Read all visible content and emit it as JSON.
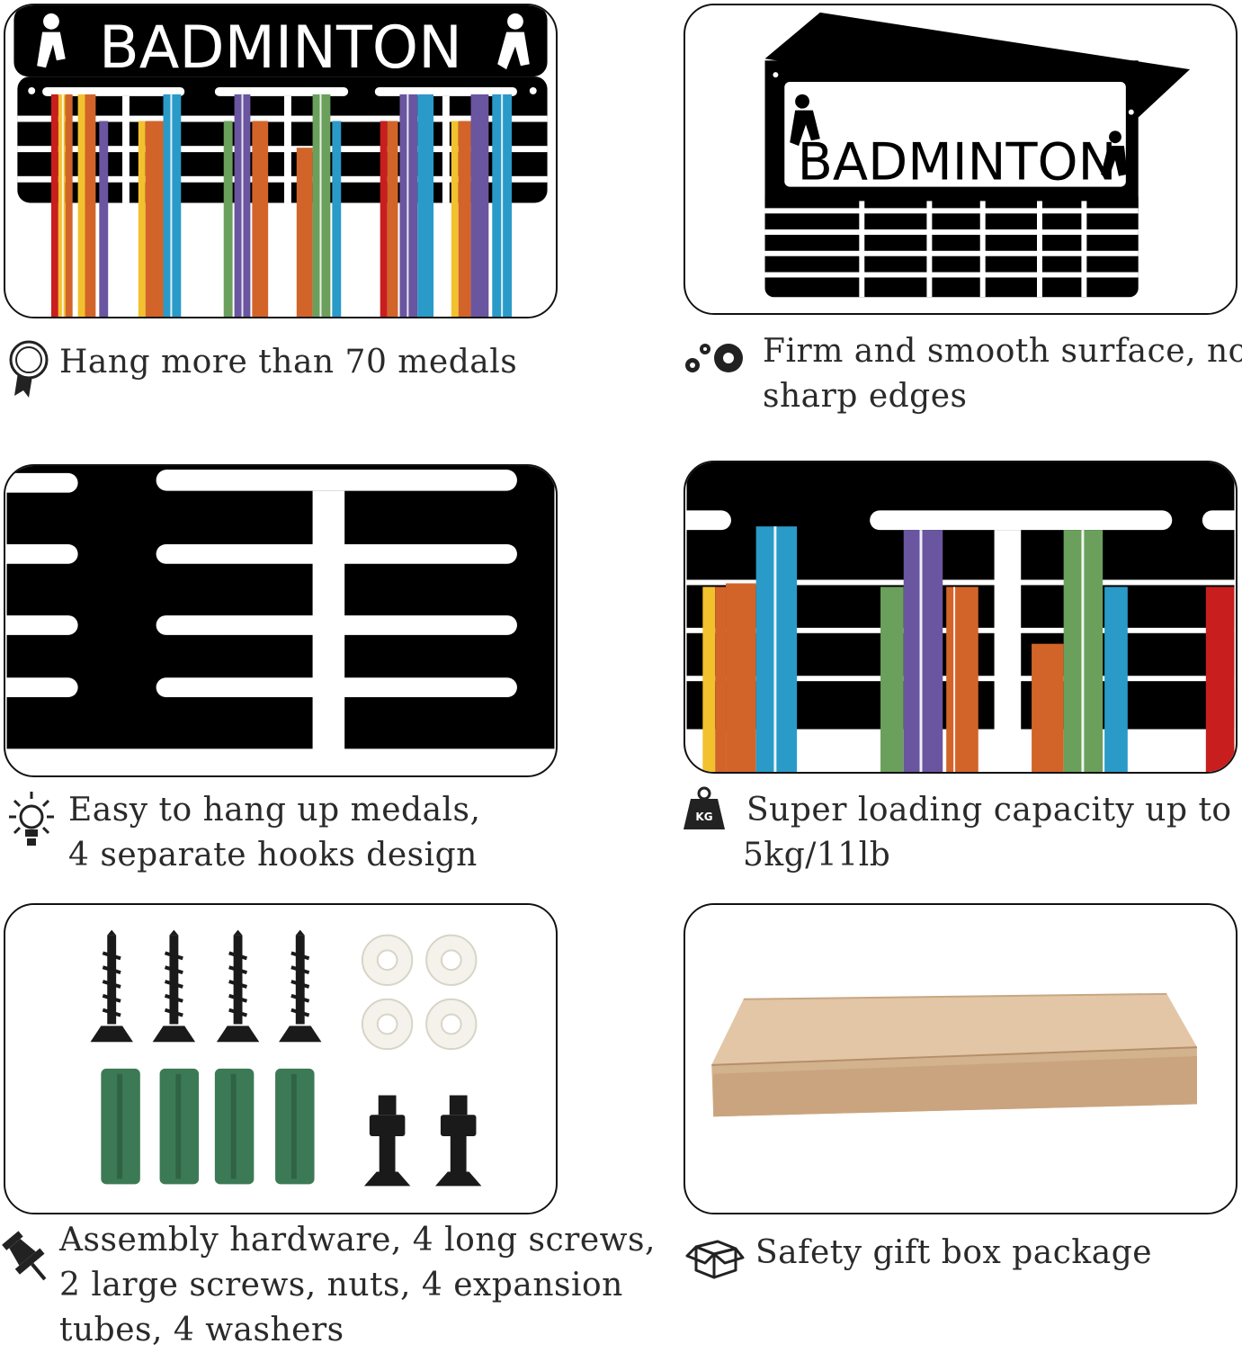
{
  "panels": {
    "p1": {
      "sign_text": "BADMINTON"
    },
    "p2": {
      "sign_text": "BADMINTON"
    }
  },
  "features": [
    {
      "icon": "award-ribbon-icon",
      "lines": [
        "Hang more than 70  medals"
      ]
    },
    {
      "icon": "gears-icon",
      "lines": [
        "Firm and smooth surface, no",
        "sharp edges"
      ]
    },
    {
      "icon": "lightbulb-icon",
      "lines": [
        "Easy to hang up medals,",
        "4  separate hooks design"
      ]
    },
    {
      "icon": "kg-weight-icon",
      "icon_label": "KG",
      "lines": [
        "Super loading capacity  up to",
        "5kg/11lb"
      ]
    },
    {
      "icon": "pushpin-icon",
      "lines": [
        "Assembly  hardware, 4  long  screws,",
        "2  large  screws, nuts, 4  expansion",
        "tubes,  4  washers"
      ]
    },
    {
      "icon": "box-icon",
      "lines": [
        "Safety gift box package"
      ]
    }
  ],
  "colors": {
    "rack": "#000000",
    "ribbon_red": "#c81e1e",
    "ribbon_yellow": "#f2c12e",
    "ribbon_orange": "#d2642a",
    "ribbon_purple": "#6a55a0",
    "ribbon_green": "#6aa05c",
    "ribbon_blue": "#2a9ac8",
    "anchor_green": "#3c7a55",
    "box_kraft": "#d3b28e"
  }
}
